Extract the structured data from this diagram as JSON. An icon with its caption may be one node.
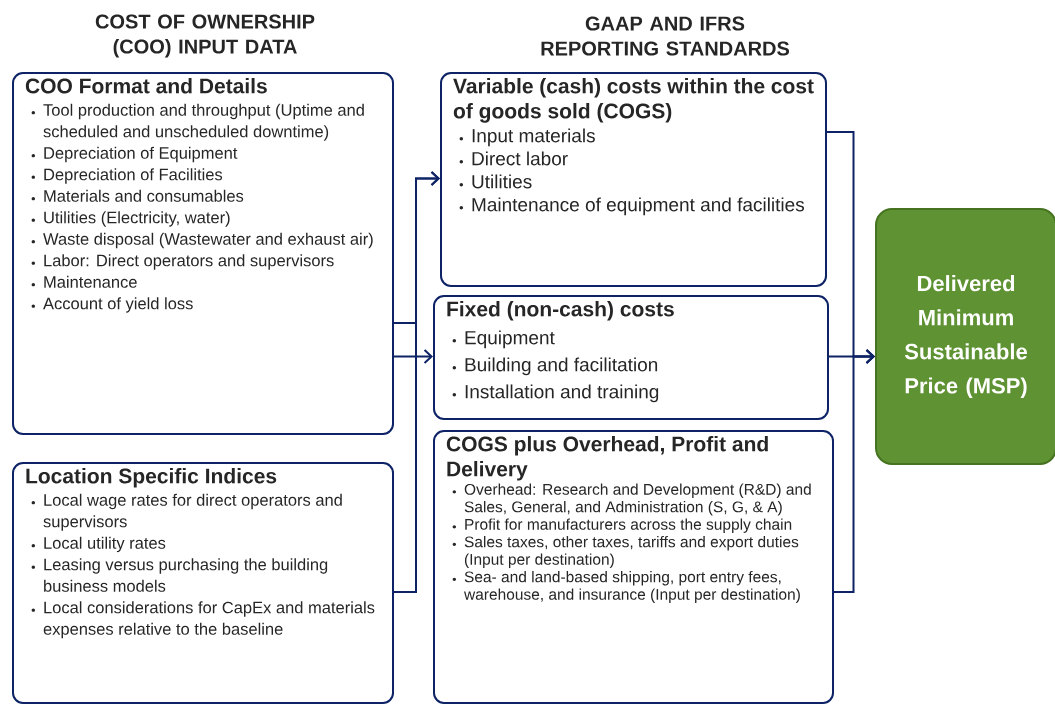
{
  "diagram": {
    "nodes": [
      {
        "text": [
          "COO Format and Details",
          "Tool production and throughput (Uptime and scheduled and unscheduled downtime)",
          "Depreciation of Equipment",
          "Depreciation of Facilities",
          "Materials and consumables",
          "Utilities (Electricity, water)",
          "Waste disposal (Wastewater and exhaust air)",
          "Labor: Direct operators and supervisors",
          "Maintenance",
          "Account of yield loss"
        ]
      },
      {
        "text": [
          "Location Specific Indices",
          "Local wage rates for direct operators and supervisors",
          "Local utility rates",
          "Leasing versus purchasing the building business models",
          "Local considerations for CapEx and materials expenses relative to the baseline"
        ]
      },
      {
        "text": [
          "Variable (cash) costs within the cost of goods sold (COGS)",
          "Input materials",
          "Direct labor",
          "Utilities",
          "Maintenance of equipment and facilities"
        ]
      },
      {
        "text": [
          "Fixed (non-cash) costs",
          "Equipment",
          "Building and facilitation",
          "Installation and training"
        ]
      },
      {
        "text": [
          "COGS plus Overhead, Profit and Delivery",
          "Overhead: Research and Development (R&D) and Sales, General, and Administration (S, G, & A)",
          "Profit for manufacturers across the supply chain",
          "Sales taxes, other taxes, tariffs and export duties (Input per destination)",
          "Sea- and land-based shipping, port entry fees, warehouse, and insurance (Input per destination)"
        ]
      },
      {
        "text": [
          "Delivered Minimum Sustainable Price (MSP)"
        ]
      }
    ],
    "edges": [
      {
        "from": 0,
        "to": 2,
        "arrow": "to"
      },
      {
        "from": 1,
        "to": 2,
        "arrow": "to"
      },
      {
        "from": 0,
        "to": 3,
        "arrow": "to"
      },
      {
        "from": 2,
        "to": 5,
        "arrow": "to"
      },
      {
        "from": 3,
        "to": 5,
        "arrow": "to"
      },
      {
        "from": 4,
        "to": 5,
        "arrow": "to"
      }
    ],
    "labels": [
      "COST OF OWNERSHIP (COO) INPUT DATA",
      "GAAP AND IFRS REPORTING STANDARDS"
    ]
  }
}
